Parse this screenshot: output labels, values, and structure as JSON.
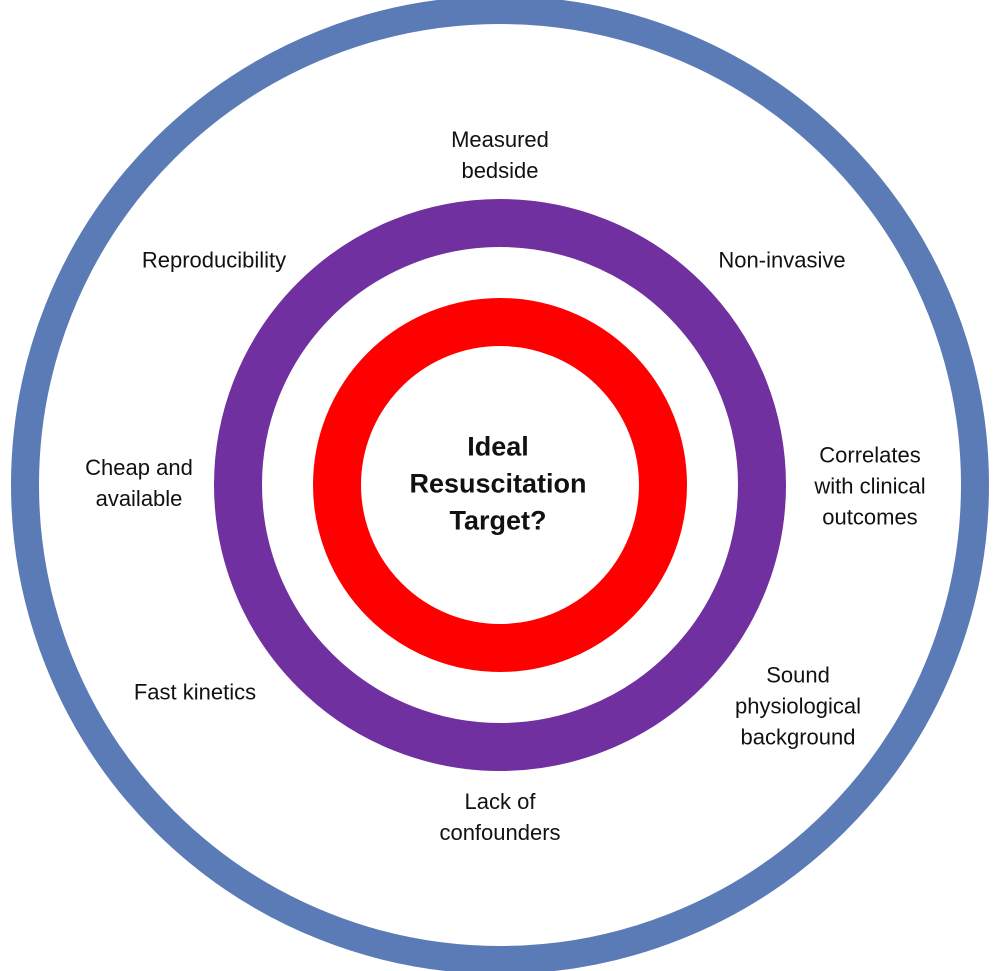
{
  "colors": {
    "outer_ring": "#5b7bb6",
    "middle_ring": "#7030a0",
    "inner_ring": "#ff0000",
    "text": "#111111",
    "background": "#ffffff"
  },
  "center": {
    "lines": [
      "Ideal",
      "Resuscitation",
      "Target?"
    ]
  },
  "criteria": [
    {
      "id": "measured-bedside",
      "lines": [
        "Measured",
        "bedside"
      ]
    },
    {
      "id": "non-invasive",
      "lines": [
        "Non-invasive"
      ]
    },
    {
      "id": "correlates-with-clinical-outcomes",
      "lines": [
        "Correlates",
        "with clinical",
        "outcomes"
      ]
    },
    {
      "id": "sound-physiological-background",
      "lines": [
        "Sound",
        "physiological",
        "background"
      ]
    },
    {
      "id": "lack-of-confounders",
      "lines": [
        "Lack of",
        "confounders"
      ]
    },
    {
      "id": "fast-kinetics",
      "lines": [
        "Fast kinetics"
      ]
    },
    {
      "id": "cheap-and-available",
      "lines": [
        "Cheap and",
        "available"
      ]
    },
    {
      "id": "reproducibility",
      "lines": [
        "Reproducibility"
      ]
    }
  ]
}
